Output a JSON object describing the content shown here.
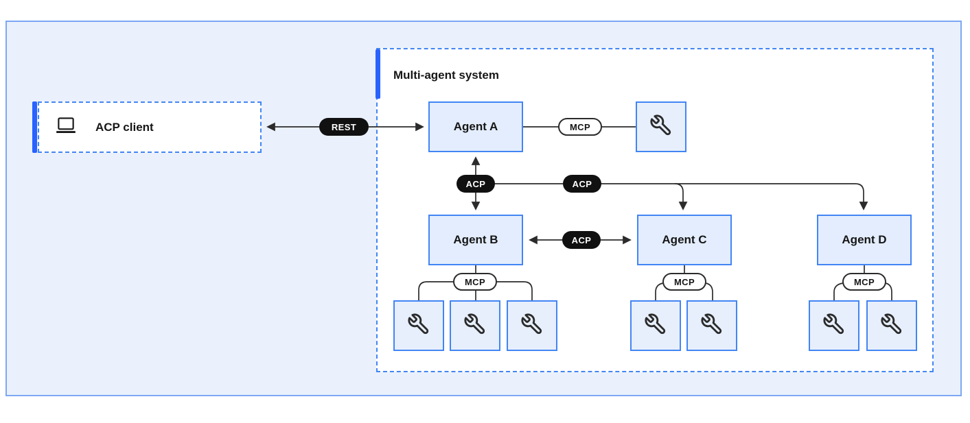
{
  "client": {
    "label": "ACP client",
    "icon": "laptop-icon"
  },
  "system": {
    "title": "Multi-agent system"
  },
  "agents": {
    "a": "Agent A",
    "b": "Agent B",
    "c": "Agent C",
    "d": "Agent D"
  },
  "labels": {
    "rest": "REST",
    "acp": "ACP",
    "mcp": "MCP"
  },
  "tools": {
    "agent_a_count": 1,
    "agent_b_count": 3,
    "agent_c_count": 2,
    "agent_d_count": 2,
    "icon": "wrench-icon"
  },
  "colors": {
    "accent_blue": "#2962ff",
    "box_border_blue": "#4285f4",
    "container_border_blue": "#7da7f5",
    "container_fill": "#eaf1fc",
    "agent_fill": "#e3edfd",
    "tool_fill": "#e7effc",
    "pill_dark_fill": "#111111",
    "pill_dark_text": "#ffffff",
    "line_color": "#2b2b2b",
    "text_color": "#161616"
  }
}
